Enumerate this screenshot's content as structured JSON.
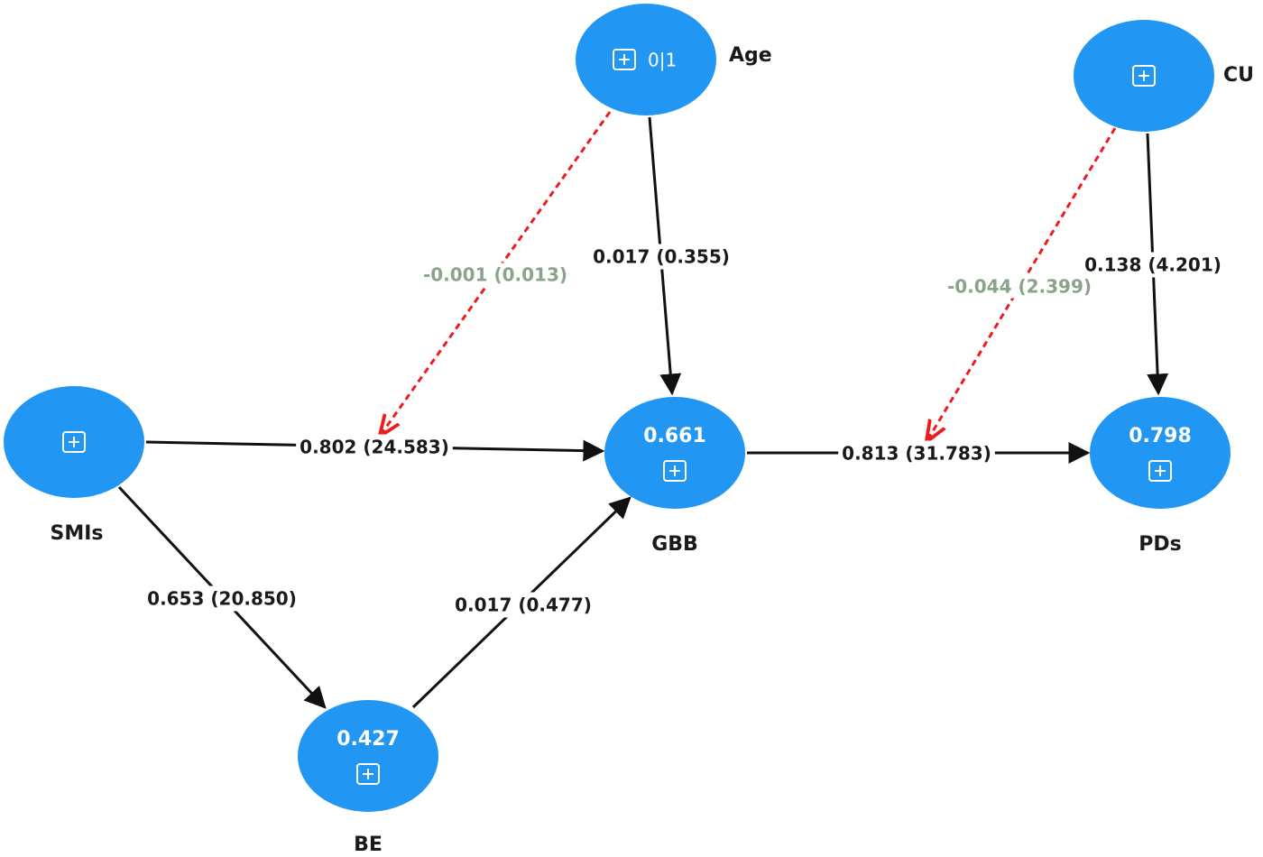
{
  "nodes": [
    {
      "id": "smis",
      "name": "SMIs",
      "value": "",
      "extra": ""
    },
    {
      "id": "be",
      "name": "BE",
      "value": "0.427",
      "extra": ""
    },
    {
      "id": "gbb",
      "name": "GBB",
      "value": "0.661",
      "extra": ""
    },
    {
      "id": "pds",
      "name": "PDs",
      "value": "0.798",
      "extra": ""
    },
    {
      "id": "age",
      "name": "Age",
      "value": "",
      "extra": "0|1"
    },
    {
      "id": "cu",
      "name": "CU",
      "value": "",
      "extra": ""
    }
  ],
  "paths": [
    {
      "id": "smis-gbb",
      "from": "smis",
      "to": "gbb",
      "label": "0.802 (24.583)",
      "style": "solid"
    },
    {
      "id": "smis-be",
      "from": "smis",
      "to": "be",
      "label": "0.653 (20.850)",
      "style": "solid"
    },
    {
      "id": "be-gbb",
      "from": "be",
      "to": "gbb",
      "label": "0.017 (0.477)",
      "style": "solid"
    },
    {
      "id": "gbb-pds",
      "from": "gbb",
      "to": "pds",
      "label": "0.813 (31.783)",
      "style": "solid"
    },
    {
      "id": "age-gbb",
      "from": "age",
      "to": "gbb",
      "label": "0.017 (0.355)",
      "style": "solid"
    },
    {
      "id": "cu-pds",
      "from": "cu",
      "to": "pds",
      "label": "0.138 (4.201)",
      "style": "solid"
    },
    {
      "id": "age-mod",
      "from": "age",
      "to": "smis-gbb",
      "label": "-0.001 (0.013)",
      "style": "dashed"
    },
    {
      "id": "cu-mod",
      "from": "cu",
      "to": "gbb-pds",
      "label": "-0.044 (2.399)",
      "style": "dashed"
    }
  ],
  "colors": {
    "node": "#2196f3",
    "arrow": "#111111",
    "moderation_arrow": "#ee1c1c",
    "moderation_label": "#8aa38a"
  }
}
